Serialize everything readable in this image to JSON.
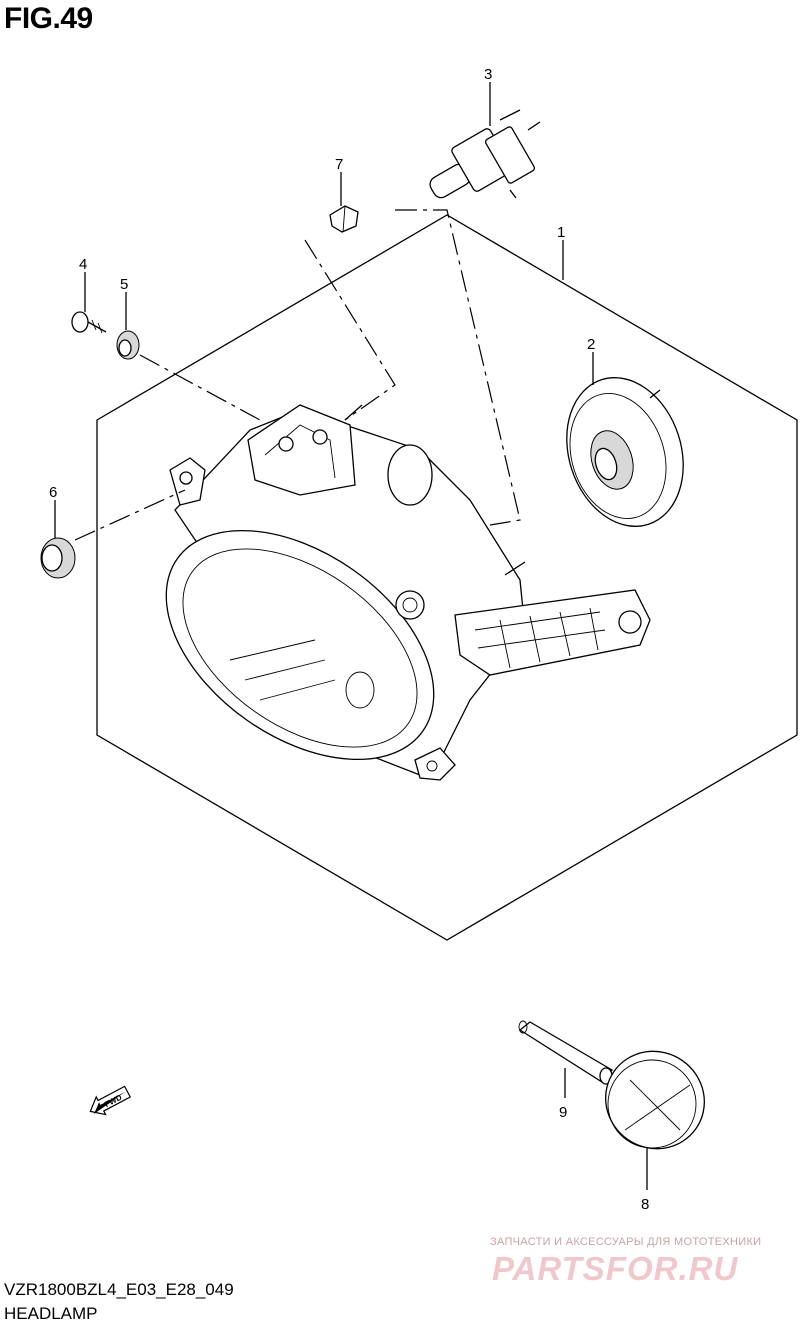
{
  "figure": {
    "title": "FIG.49"
  },
  "callouts": {
    "c1": "1",
    "c2": "2",
    "c3": "3",
    "c4": "4",
    "c5": "5",
    "c6": "6",
    "c7": "7",
    "c8": "8",
    "c9": "9"
  },
  "fwd_arrow": {
    "label": "FWD"
  },
  "footer": {
    "code": "VZR1800BZL4_E03_E28_049",
    "name": "HEADLAMP"
  },
  "watermark": {
    "tagline": "ЗАПЧАСТИ И АКСЕССУАРЫ ДЛЯ МОТОТЕХНИКИ",
    "logo": "PARTSFOR.RU"
  }
}
